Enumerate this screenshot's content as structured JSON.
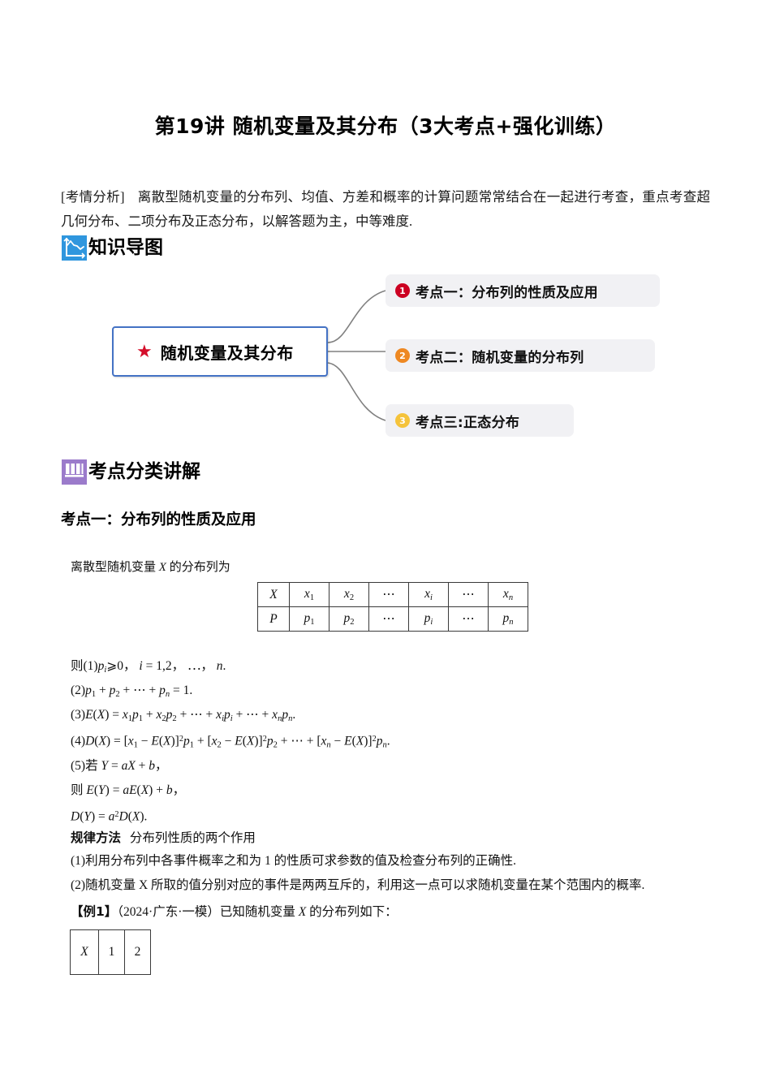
{
  "document": {
    "title": "第19讲  随机变量及其分布（3大考点+强化训练）"
  },
  "intro": {
    "tag": "[考情分析]",
    "text": "离散型随机变量的分布列、均值、方差和概率的计算问题常常结合在一起进行考查，重点考查超几何分布、二项分布及正态分布，以解答题为主，中等难度."
  },
  "sections": {
    "knowledge_map": {
      "label": "知识导图",
      "icon": "line-chart-icon"
    },
    "classified_explanation": {
      "label": "考点分类讲解",
      "icon": "bar-chart-icon"
    }
  },
  "mindmap": {
    "center": {
      "label": "随机变量及其分布",
      "icon": "star-icon",
      "star_color": "#D40E2A",
      "border_color": "#4472C4"
    },
    "branches": [
      {
        "number": "1",
        "label": "考点一：分布列的性质及应用",
        "color": "#CC0022"
      },
      {
        "number": "2",
        "label": "考点二：随机变量的分布列",
        "color": "#EE8822"
      },
      {
        "number": "3",
        "label": "考点三:正态分布",
        "color": "#F5C33B"
      }
    ],
    "branch_bg": "#F1F1F4"
  },
  "kaodian1": {
    "heading": "考点一：分布列的性质及应用",
    "lead": "离散型随机变量 X 的分布列为",
    "table": {
      "rows": [
        [
          "X",
          "x₁",
          "x₂",
          "⋯",
          "xᵢ",
          "⋯",
          "xₙ"
        ],
        [
          "P",
          "p₁",
          "p₂",
          "⋯",
          "pᵢ",
          "⋯",
          "pₙ"
        ]
      ]
    },
    "formulas": [
      "则(1)pᵢ⩾0，i = 1,2，⋯，n.",
      "(2)p₁ + p₂ + ⋯ + pₙ = 1.",
      "(3)E(X) = x₁p₁ + x₂p₂ + ⋯ + xᵢpᵢ + ⋯ + xₙpₙ.",
      "(4)D(X) = [x₁ − E(X)]²p₁ + [x₂ − E(X)]²p₂ + ⋯ + [xₙ − E(X)]²pₙ.",
      "(5)若 Y = aX + b，",
      "则 E(Y) = aE(X) + b，",
      "D(Y) = a²D(X)."
    ],
    "rule": {
      "label": "规律方法",
      "title": "分布列性质的两个作用",
      "items": [
        "(1)利用分布列中各事件概率之和为 1 的性质可求参数的值及检查分布列的正确性.",
        "(2)随机变量 X 所取的值分别对应的事件是两两互斥的，利用这一点可以求随机变量在某个范围内的概率."
      ]
    },
    "example": {
      "label": "【例1】",
      "source": "（2024·广东·一模）",
      "text": "已知随机变量 X 的分布列如下：",
      "table": {
        "rows": [
          [
            "X",
            "1",
            "2"
          ]
        ]
      }
    }
  }
}
